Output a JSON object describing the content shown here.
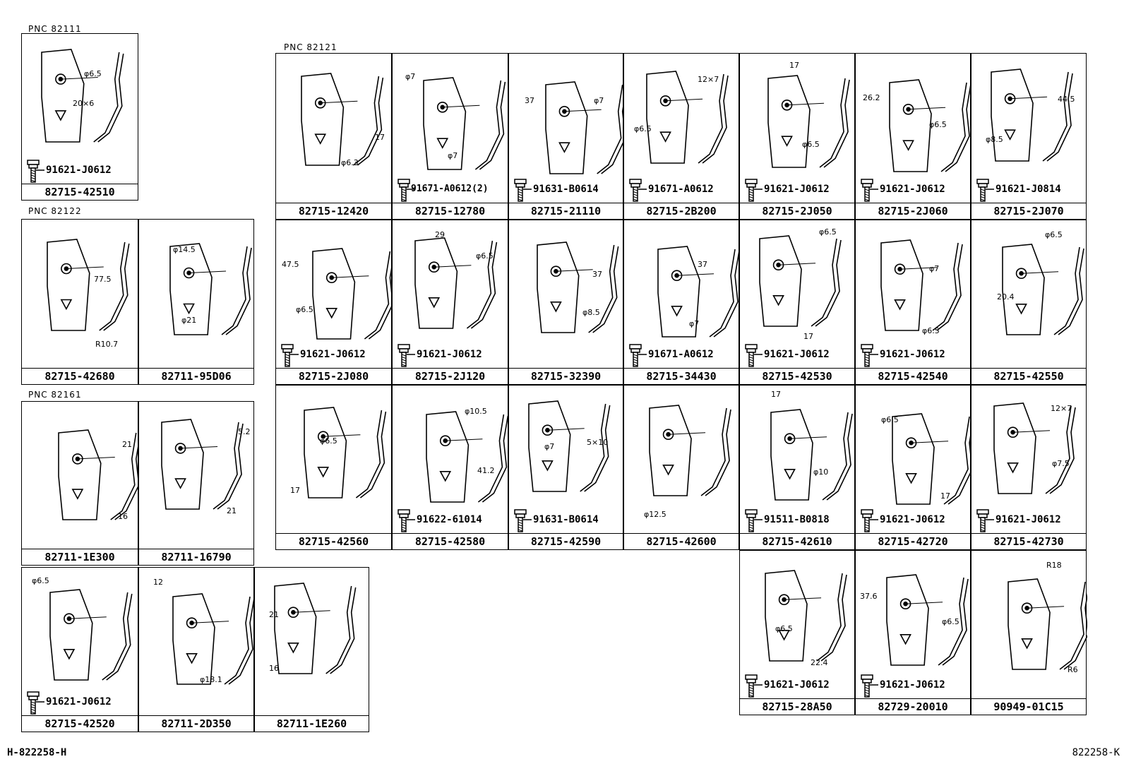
{
  "groups": [
    {
      "pnc": "PNC 82111"
    },
    {
      "pnc": "PNC 82121"
    },
    {
      "pnc": "PNC 82122"
    },
    {
      "pnc": "PNC 82161"
    }
  ],
  "parts": [
    {
      "part": "82715-42510",
      "bolt": "91621-J0612",
      "dims": [
        "φ6.5",
        "20×6"
      ]
    },
    {
      "part": "82715-12420",
      "bolt": "",
      "dims": [
        "17",
        "φ6.3"
      ]
    },
    {
      "part": "82715-12780",
      "bolt": "91671-A0612(2)",
      "dims": [
        "φ7",
        "φ7"
      ]
    },
    {
      "part": "82715-21110",
      "bolt": "91631-B0614",
      "dims": [
        "37",
        "φ7"
      ]
    },
    {
      "part": "82715-2B200",
      "bolt": "91671-A0612",
      "dims": [
        "12×7",
        "φ6.5"
      ]
    },
    {
      "part": "82715-2J050",
      "bolt": "91621-J0612",
      "dims": [
        "17",
        "φ6.5"
      ]
    },
    {
      "part": "82715-2J060",
      "bolt": "91621-J0612",
      "dims": [
        "26.2",
        "φ6.5"
      ]
    },
    {
      "part": "82715-2J070",
      "bolt": "91621-J0814",
      "dims": [
        "44.5",
        "φ8.5"
      ]
    },
    {
      "part": "82715-42680",
      "bolt": "",
      "dims": [
        "77.5",
        "R10.7"
      ]
    },
    {
      "part": "82711-95D06",
      "bolt": "",
      "dims": [
        "φ14.5",
        "φ21"
      ]
    },
    {
      "part": "82715-2J080",
      "bolt": "91621-J0612",
      "dims": [
        "47.5",
        "φ6.5"
      ]
    },
    {
      "part": "82715-2J120",
      "bolt": "91621-J0612",
      "dims": [
        "29",
        "φ6.5"
      ]
    },
    {
      "part": "82715-32390",
      "bolt": "",
      "dims": [
        "37",
        "φ8.5"
      ]
    },
    {
      "part": "82715-34430",
      "bolt": "91671-A0612",
      "dims": [
        "37",
        "φ7"
      ]
    },
    {
      "part": "82715-42530",
      "bolt": "91621-J0612",
      "dims": [
        "φ6.5",
        "17"
      ]
    },
    {
      "part": "82715-42540",
      "bolt": "91621-J0612",
      "dims": [
        "φ7",
        "φ6.5"
      ]
    },
    {
      "part": "82715-42550",
      "bolt": "",
      "dims": [
        "φ6.5",
        "20.4"
      ]
    },
    {
      "part": "82711-1E300",
      "bolt": "",
      "dims": [
        "21",
        "16"
      ]
    },
    {
      "part": "82711-16790",
      "bolt": "",
      "dims": [
        "5.2",
        "21"
      ]
    },
    {
      "part": "82715-42560",
      "bolt": "",
      "dims": [
        "φ6.5",
        "17"
      ]
    },
    {
      "part": "82715-42580",
      "bolt": "91622-61014",
      "dims": [
        "φ10.5",
        "41.2"
      ]
    },
    {
      "part": "82715-42590",
      "bolt": "91631-B0614",
      "dims": [
        "φ7",
        "5×10"
      ]
    },
    {
      "part": "82715-42600",
      "bolt": "",
      "dims": [
        "φ12.5"
      ]
    },
    {
      "part": "82715-42610",
      "bolt": "91511-B0818",
      "dims": [
        "17",
        "φ10"
      ]
    },
    {
      "part": "82715-42720",
      "bolt": "91621-J0612",
      "dims": [
        "φ6.5",
        "17"
      ]
    },
    {
      "part": "82715-42730",
      "bolt": "91621-J0612",
      "dims": [
        "12×7",
        "φ7.5"
      ]
    },
    {
      "part": "82715-42520",
      "bolt": "91621-J0612",
      "dims": [
        "φ6.5"
      ]
    },
    {
      "part": "82711-2D350",
      "bolt": "",
      "dims": [
        "12",
        "φ18.1"
      ]
    },
    {
      "part": "82711-1E260",
      "bolt": "",
      "dims": [
        "21",
        "16"
      ]
    },
    {
      "part": "82715-28A50",
      "bolt": "91621-J0612",
      "dims": [
        "φ6.5",
        "22.4"
      ]
    },
    {
      "part": "82729-20010",
      "bolt": "91621-J0612",
      "dims": [
        "37.6",
        "φ6.5"
      ]
    },
    {
      "part": "90949-01C15",
      "bolt": "",
      "dims": [
        "R18",
        "R6"
      ]
    }
  ],
  "footer": {
    "left": "H-822258-H",
    "right": "822258-K"
  }
}
